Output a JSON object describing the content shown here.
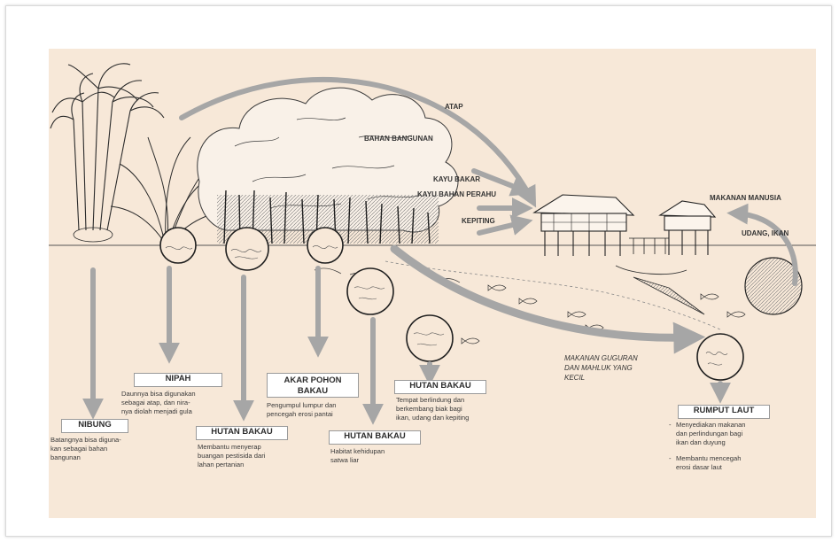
{
  "flow_labels": {
    "atap": "ATAP",
    "bahan_bangunan": "BAHAN BANGUNAN",
    "kayu_bakar": "KAYU BAKAR",
    "kayu_bahan_perahu": "KAYU BAHAN PERAHU",
    "kepiting": "KEPITING",
    "makanan_manusia": "MAKANAN MANUSIA",
    "udang_ikan": "UDANG, IKAN",
    "makanan_guguran_1": "MAKANAN GUGURAN",
    "makanan_guguran_2": "DAN MAHLUK YANG",
    "makanan_guguran_3": "KECIL"
  },
  "items": {
    "nibung": {
      "title": "NIBUNG",
      "desc": "Batangnya bisa diguna-\nkan sebagai bahan\nbangunan"
    },
    "nipah": {
      "title": "NIPAH",
      "desc": "Daunnya bisa digunakan\nsebagai atap, dan nira-\nnya diolah menjadi gula"
    },
    "hutan_bakau_1": {
      "title": "HUTAN BAKAU",
      "desc": "Membantu menyerap\nbuangan pestisida dari\nlahan pertanian"
    },
    "akar_pohon_bakau": {
      "title_line1": "AKAR POHON",
      "title_line2": "BAKAU",
      "desc": "Pengumpul lumpur dan\npencegah erosi pantai"
    },
    "hutan_bakau_2": {
      "title": "HUTAN BAKAU",
      "desc": "Habitat kehidupan\nsatwa liar"
    },
    "hutan_bakau_3": {
      "title": "HUTAN BAKAU",
      "desc": "Tempat berlindung dan\nberkembang biak bagi\nikan, udang dan kepiting"
    },
    "rumput_laut": {
      "title": "RUMPUT LAUT",
      "bullet_mark": "-",
      "bullet_1": "Menyediakan makanan\ndan perlindungan bagi\nikan dan duyung",
      "bullet_2": "Membantu mencegah\nerosi dasar laut"
    }
  },
  "colors": {
    "panel_bg": "#f7e8d8",
    "arrow": "#a6a6a6",
    "ink": "#2b2b2b"
  }
}
